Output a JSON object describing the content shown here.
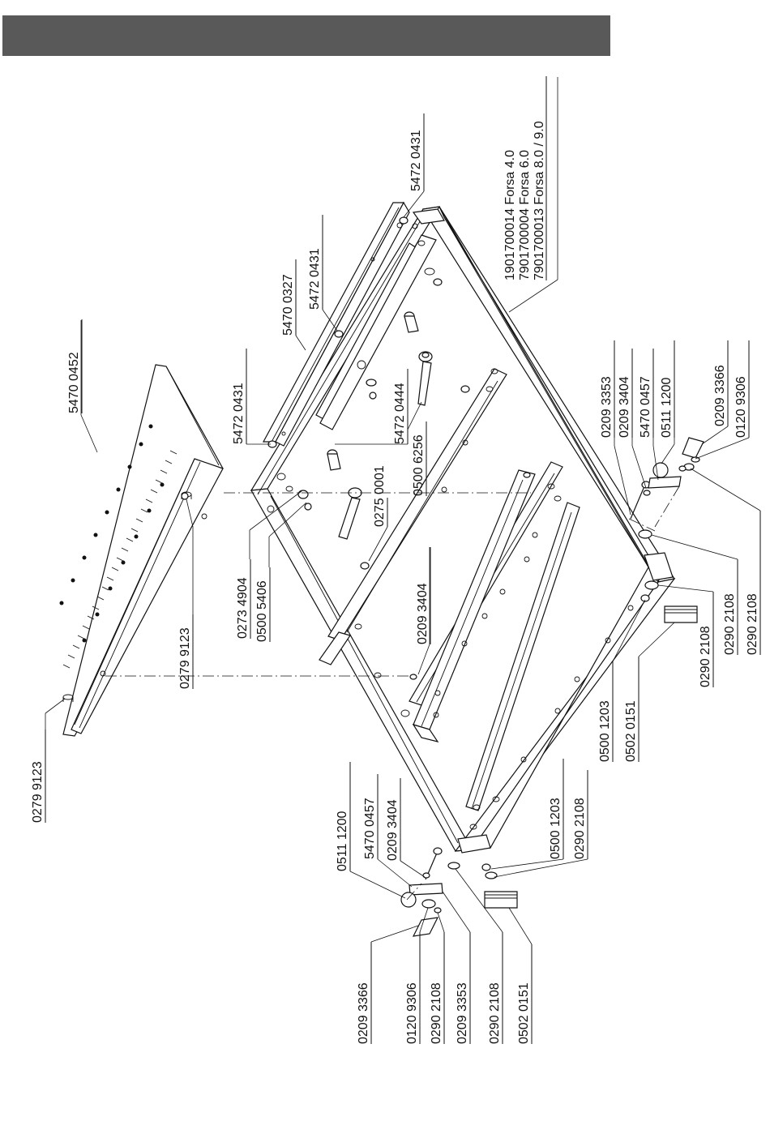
{
  "header": {
    "color": "#595959"
  },
  "models": [
    "1901700014 Forsa 4.0",
    "7901700004 Forsa 6.0",
    "7901700013 Forsa 8.0 / 9.0"
  ],
  "labels": {
    "top_plate": "5470 0452",
    "pin_left_bottom": "0279 9123",
    "pin_mid": "0279 9123",
    "bolt_4904": "0273 4904",
    "nut_5406": "0500 5406",
    "spacer_left": "5472 0431",
    "spacer_mid": "5472 0431",
    "spacer_right": "5472 0431",
    "rail": "5470 0327",
    "rod_0444": "5472 0444",
    "nut_6256": "0500 6256",
    "bolt_0001": "0275 0001",
    "screw_3404_frame": "0209 3404",
    "r_0209_3353": "0209 3353",
    "r_0209_3404": "0209 3404",
    "r_5470_0457": "5470 0457",
    "r_0511_1200": "0511 1200",
    "r_0209_3366": "0209 3366",
    "r_0120_9306": "0120 9306",
    "r_0290_2108_a": "0290 2108",
    "r_0290_2108_b": "0290 2108",
    "r_0290_2108_c": "0290 2108",
    "r_0500_1203": "0500 1203",
    "r_0502_0151": "0502 0151",
    "l_0511_1200": "0511 1200",
    "l_5470_0457": "5470 0457",
    "l_0209_3404": "0209 3404",
    "l_0500_1203": "0500 1203",
    "l_0290_2108_top": "0290 2108",
    "b_0209_3366": "0209 3366",
    "b_0120_9306": "0120 9306",
    "b_0290_2108_a": "0290 2108",
    "b_0209_3353": "0209 3353",
    "b_0290_2108_b": "0290 2108",
    "b_0502_0151": "0502 0151"
  }
}
